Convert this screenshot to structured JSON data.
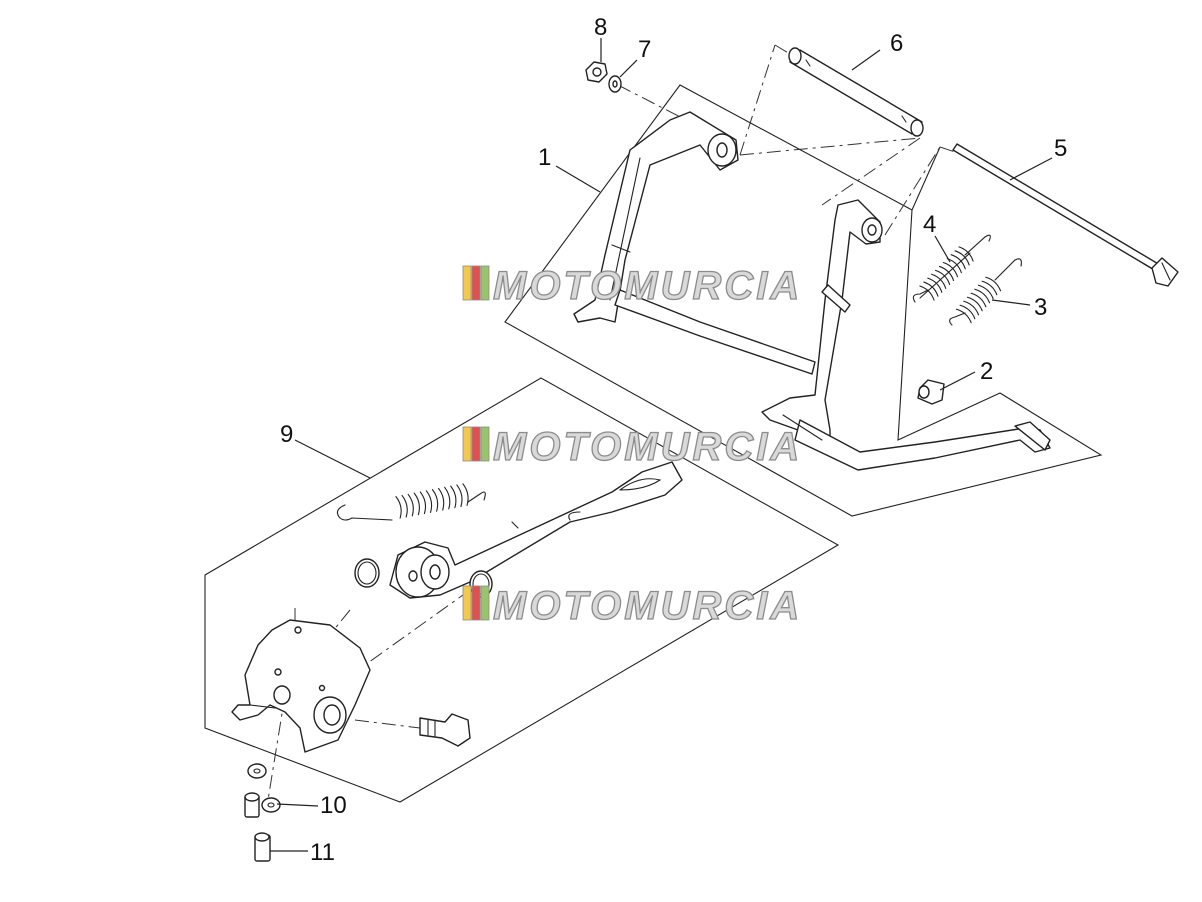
{
  "diagram": {
    "callouts": [
      {
        "id": "callout-1",
        "text": "1"
      },
      {
        "id": "callout-2",
        "text": "2"
      },
      {
        "id": "callout-3",
        "text": "3"
      },
      {
        "id": "callout-4",
        "text": "4"
      },
      {
        "id": "callout-5",
        "text": "5"
      },
      {
        "id": "callout-6",
        "text": "6"
      },
      {
        "id": "callout-7",
        "text": "7"
      },
      {
        "id": "callout-8",
        "text": "8"
      },
      {
        "id": "callout-9",
        "text": "9"
      },
      {
        "id": "callout-10",
        "text": "10"
      },
      {
        "id": "callout-11",
        "text": "11"
      }
    ],
    "watermark": {
      "text": "MOTOMURCIA",
      "colors": {
        "stripe1": "#f2c94c",
        "stripe2": "#e05050",
        "stripe3": "#9bc36b",
        "fill": "#d9d9d9",
        "outline": "#8c8c8c"
      }
    },
    "colors": {
      "line": "#222222",
      "background": "#ffffff"
    }
  }
}
